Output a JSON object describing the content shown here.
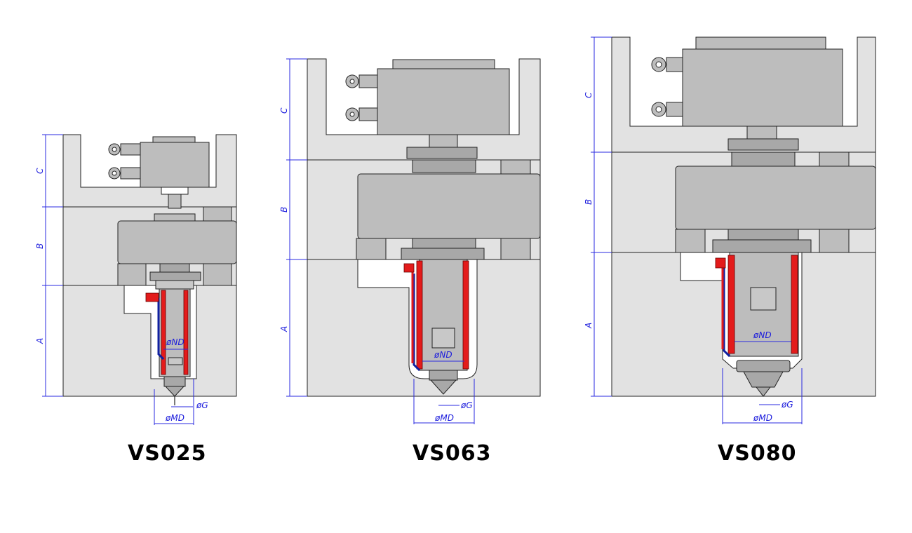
{
  "models": [
    {
      "name": "VS025",
      "dims": {
        "a": "A",
        "b": "B",
        "c": "C",
        "nd": "øND",
        "g": "øG",
        "md": "øMD"
      }
    },
    {
      "name": "VS063",
      "dims": {
        "a": "A",
        "b": "B",
        "c": "C",
        "nd": "øND",
        "g": "øG",
        "md": "øMD"
      }
    },
    {
      "name": "VS080",
      "dims": {
        "a": "A",
        "b": "B",
        "c": "C",
        "nd": "øND",
        "g": "øG",
        "md": "øMD"
      }
    }
  ],
  "colors": {
    "mold_plate": "#dcdcdc",
    "component": "#bdbdbd",
    "heater": "#e31b1b",
    "wire_blue": "#1020a0",
    "dimension": "#2a2ae0"
  }
}
